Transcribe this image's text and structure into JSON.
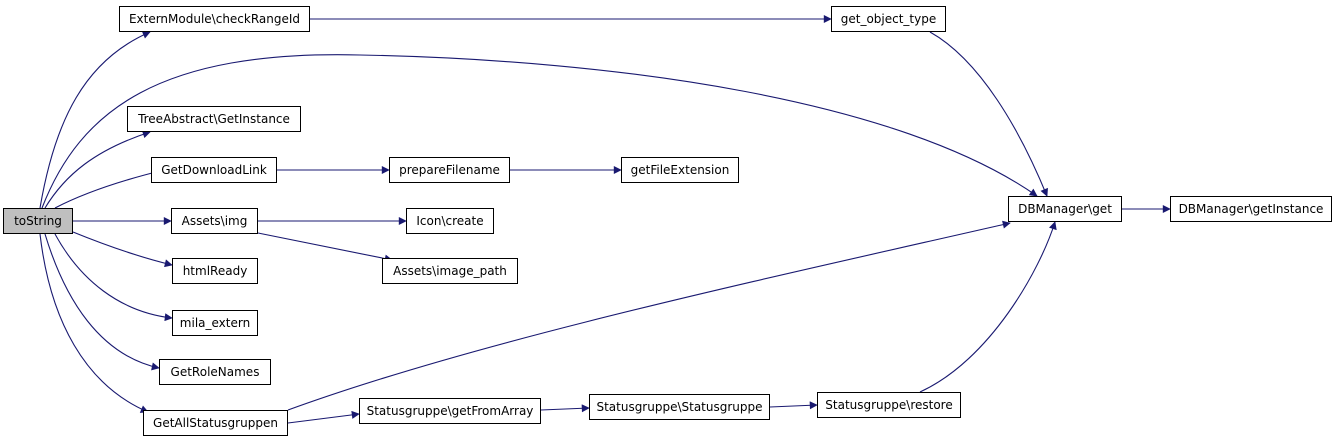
{
  "colors": {
    "edge": "#191970",
    "root_fill": "#bfbfbf",
    "node_fill": "#ffffff",
    "border": "#000000"
  },
  "nodes": {
    "to_string": "toString",
    "extern_check_range_id": "ExternModule\\checkRangeId",
    "get_object_type": "get_object_type",
    "tree_abstract_get_instance": "TreeAbstract\\GetInstance",
    "get_download_link": "GetDownloadLink",
    "prepare_filename": "prepareFilename",
    "get_file_extension": "getFileExtension",
    "assets_img": "Assets\\img",
    "icon_create": "Icon\\create",
    "assets_image_path": "Assets\\image_path",
    "html_ready": "htmlReady",
    "mila_extern": "mila_extern",
    "get_role_names": "GetRoleNames",
    "get_all_statusgruppen": "GetAllStatusgruppen",
    "statusgruppe_get_from_array": "Statusgruppe\\getFromArray",
    "statusgruppe_statusgruppe": "Statusgruppe\\Statusgruppe",
    "statusgruppe_restore": "Statusgruppe\\restore",
    "dbmanager_get": "DBManager\\get",
    "dbmanager_get_instance": "DBManager\\getInstance"
  },
  "edges": [
    [
      "to_string",
      "extern_check_range_id"
    ],
    [
      "to_string",
      "dbmanager_get"
    ],
    [
      "to_string",
      "tree_abstract_get_instance"
    ],
    [
      "to_string",
      "get_download_link"
    ],
    [
      "to_string",
      "assets_img"
    ],
    [
      "to_string",
      "html_ready"
    ],
    [
      "to_string",
      "mila_extern"
    ],
    [
      "to_string",
      "get_role_names"
    ],
    [
      "to_string",
      "get_all_statusgruppen"
    ],
    [
      "extern_check_range_id",
      "get_object_type"
    ],
    [
      "get_object_type",
      "dbmanager_get"
    ],
    [
      "get_download_link",
      "prepare_filename"
    ],
    [
      "prepare_filename",
      "get_file_extension"
    ],
    [
      "assets_img",
      "icon_create"
    ],
    [
      "assets_img",
      "assets_image_path"
    ],
    [
      "get_all_statusgruppen",
      "dbmanager_get"
    ],
    [
      "get_all_statusgruppen",
      "statusgruppe_get_from_array"
    ],
    [
      "statusgruppe_get_from_array",
      "statusgruppe_statusgruppe"
    ],
    [
      "statusgruppe_statusgruppe",
      "statusgruppe_restore"
    ],
    [
      "statusgruppe_restore",
      "dbmanager_get"
    ],
    [
      "dbmanager_get",
      "dbmanager_get_instance"
    ]
  ]
}
